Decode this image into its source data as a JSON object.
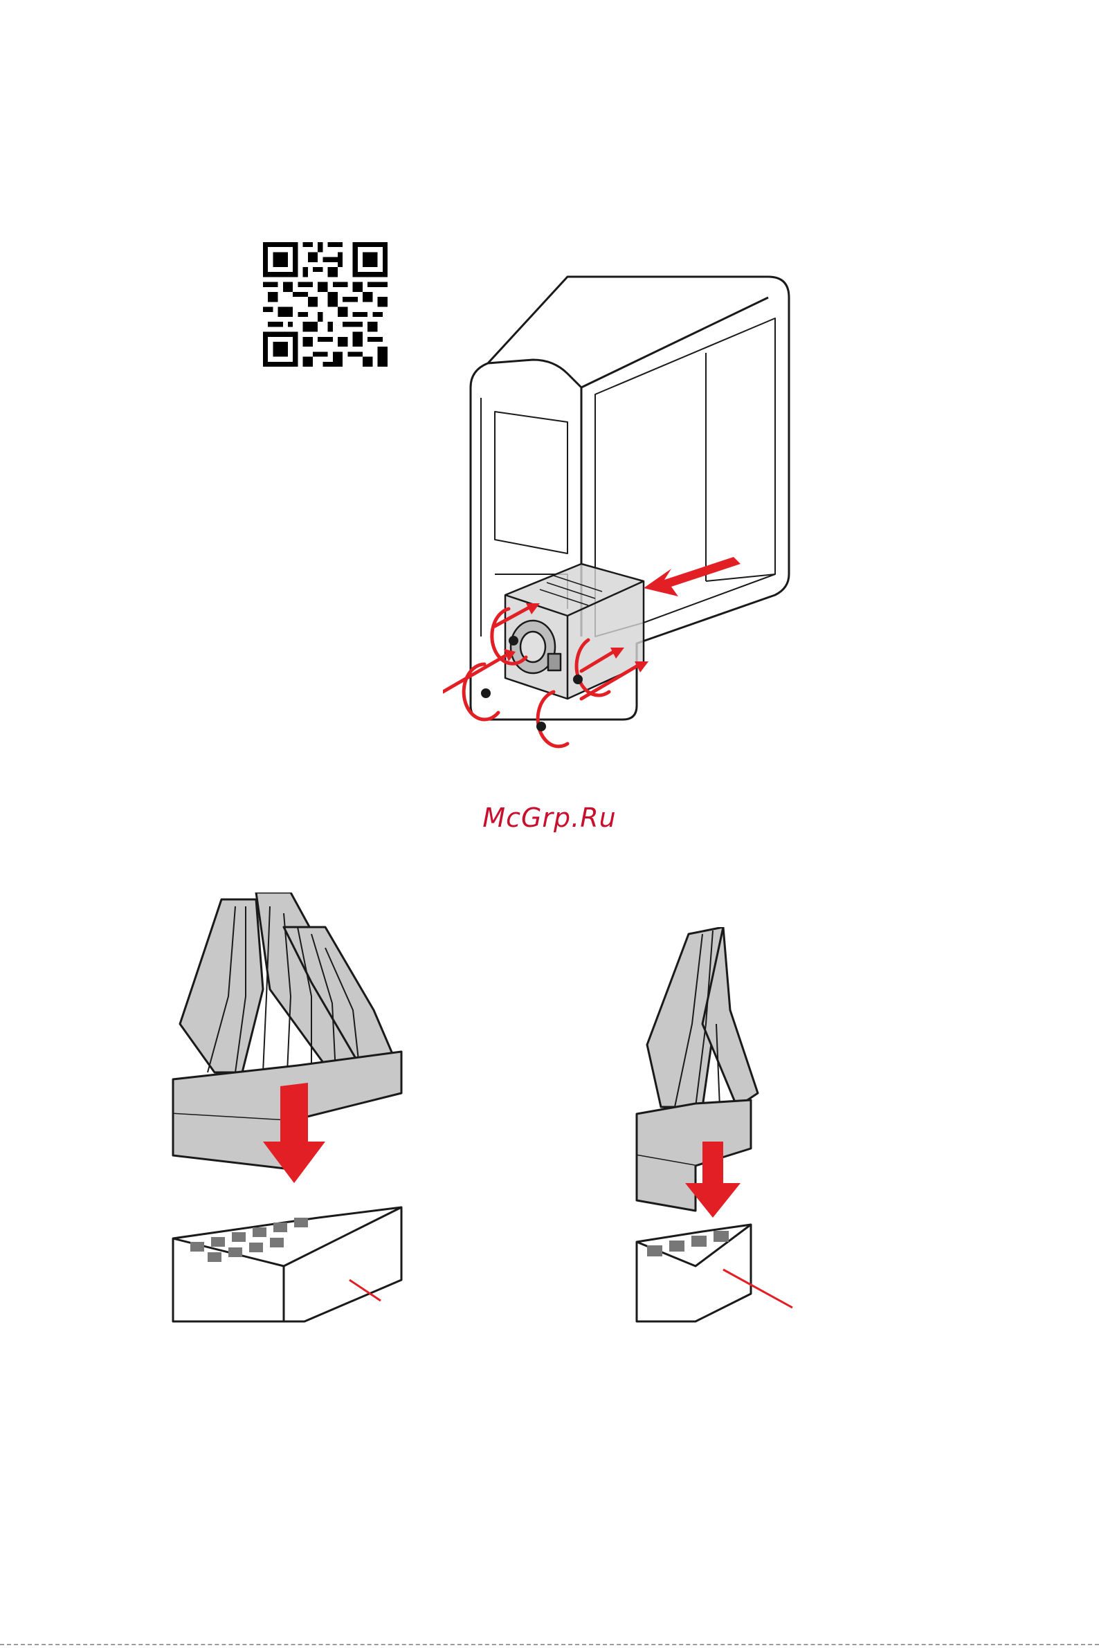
{
  "watermark": {
    "text": "McGrp.Ru",
    "color": "#c8102e"
  },
  "colors": {
    "accent": "#e31f26",
    "line": "#1a1a1a",
    "part_gray": "#c8c8c8",
    "pin_gray": "#777777"
  },
  "figures": {
    "qr": {
      "icon": "qr-code-icon"
    },
    "psu_install": {
      "icon": "psu-install-diagram",
      "screw_count": 4
    },
    "atx_connector": {
      "icon": "atx-24pin-connector-diagram"
    },
    "cpu_connector": {
      "icon": "cpu-8pin-connector-diagram"
    }
  }
}
